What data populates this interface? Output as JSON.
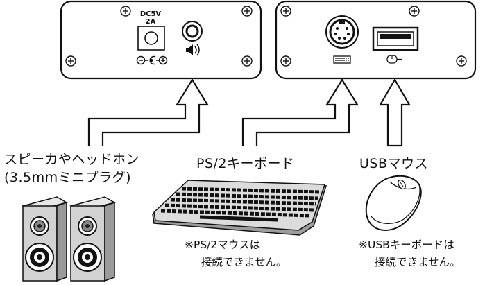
{
  "panels": {
    "left": {
      "power_label_top": "DC5V",
      "power_label_bottom": "2A",
      "polarity_glyph": "⊖–C–⊕",
      "power_jack_icon": "dc-power-jack",
      "audio_jack_icon": "audio-jack",
      "speaker_icon": "speaker-volume-icon"
    },
    "right": {
      "ps2_port_icon": "ps2-port",
      "usb_port_icon": "usb-port",
      "keyboard_symbol_icon": "keyboard-icon",
      "mouse_symbol_icon": "mouse-icon"
    }
  },
  "labels": {
    "speaker_line1": "スピーカやヘッドホン",
    "speaker_line2": "(3.5mmミニプラグ)",
    "ps2_keyboard": "PS/2キーボード",
    "usb_mouse": "USBマウス",
    "ps2_note_line1": "※PS/2マウスは",
    "ps2_note_line2": "接続できません。",
    "usb_note_line1": "※USBキーボードは",
    "usb_note_line2": "接続できません。"
  },
  "colors": {
    "line": "#111111",
    "panel_fill": "#ffffff",
    "speaker_body": "#d6d6d6",
    "speaker_dark": "#222222"
  }
}
